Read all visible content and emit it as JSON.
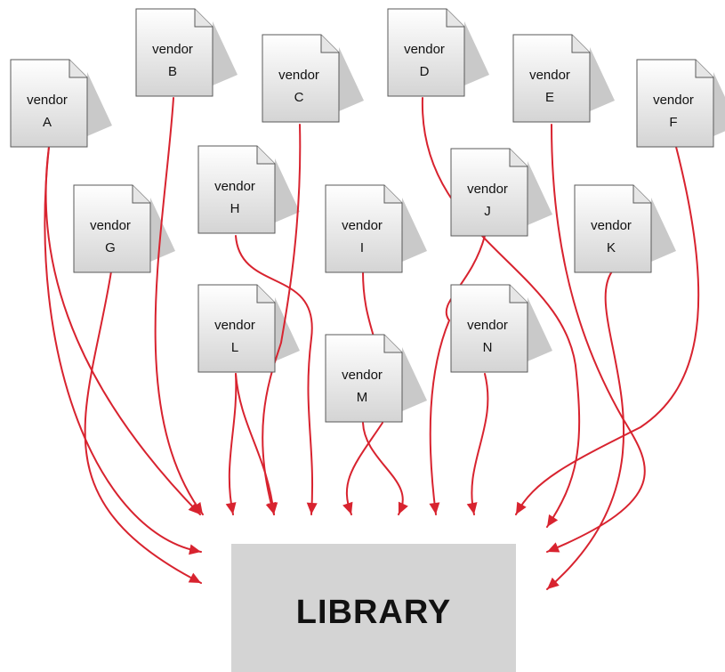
{
  "vendor_word": "vendor",
  "vendors": [
    {
      "id": "A",
      "letter": "A"
    },
    {
      "id": "B",
      "letter": "B"
    },
    {
      "id": "C",
      "letter": "C"
    },
    {
      "id": "D",
      "letter": "D"
    },
    {
      "id": "E",
      "letter": "E"
    },
    {
      "id": "F",
      "letter": "F"
    },
    {
      "id": "G",
      "letter": "G"
    },
    {
      "id": "H",
      "letter": "H"
    },
    {
      "id": "I",
      "letter": "I"
    },
    {
      "id": "J",
      "letter": "J"
    },
    {
      "id": "K",
      "letter": "K"
    },
    {
      "id": "L",
      "letter": "L"
    },
    {
      "id": "M",
      "letter": "M"
    },
    {
      "id": "N",
      "letter": "N"
    }
  ],
  "library": {
    "label": "LIBRARY"
  },
  "colors": {
    "arrow": "#d8232f",
    "doc_fill_top": "#ffffff",
    "doc_fill_bottom": "#d4d4d4",
    "doc_stroke": "#5a5a5a",
    "doc_shadow": "#c9c9c9",
    "library_fill": "#d4d4d4"
  }
}
